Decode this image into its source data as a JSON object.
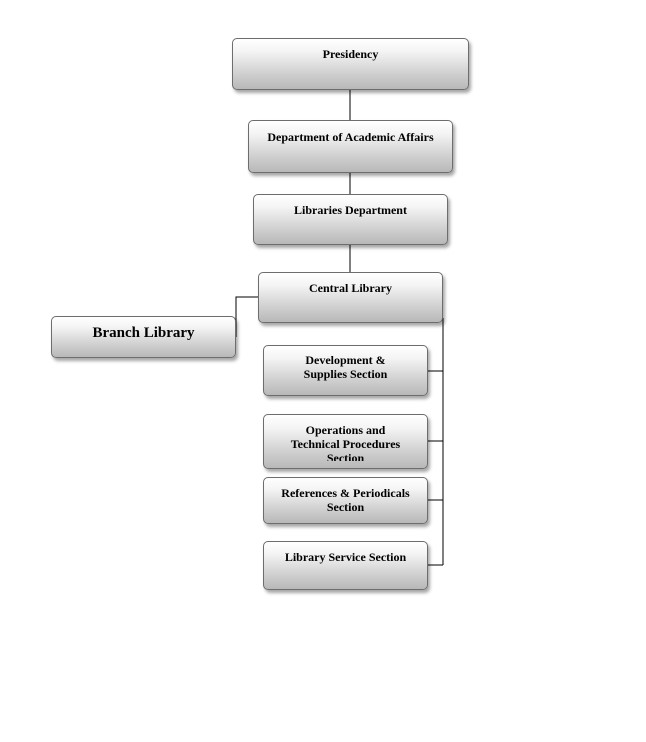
{
  "diagram": {
    "type": "org-chart",
    "nodes": {
      "presidency": "Presidency",
      "academic_affairs": "Department of Academic Affairs",
      "libraries_department": "Libraries Department",
      "central_library": "Central Library",
      "branch_library": "Branch Library",
      "development": "Development &\nSupplies Section",
      "operations": "Operations and\nTechnical Procedures\nSection",
      "references": "References & Periodicals\nSection",
      "library_service": "Library Service Section"
    },
    "edges": [
      [
        "presidency",
        "academic_affairs"
      ],
      [
        "academic_affairs",
        "libraries_department"
      ],
      [
        "libraries_department",
        "central_library"
      ],
      [
        "central_library",
        "branch_library"
      ],
      [
        "central_library",
        "development"
      ],
      [
        "central_library",
        "operations"
      ],
      [
        "central_library",
        "references"
      ],
      [
        "central_library",
        "library_service"
      ]
    ],
    "colors": {
      "line": "#000000",
      "box_border": "#6d6d6d",
      "box_gradient_top": "#ffffff",
      "box_gradient_bottom": "#b8b8b8"
    }
  }
}
